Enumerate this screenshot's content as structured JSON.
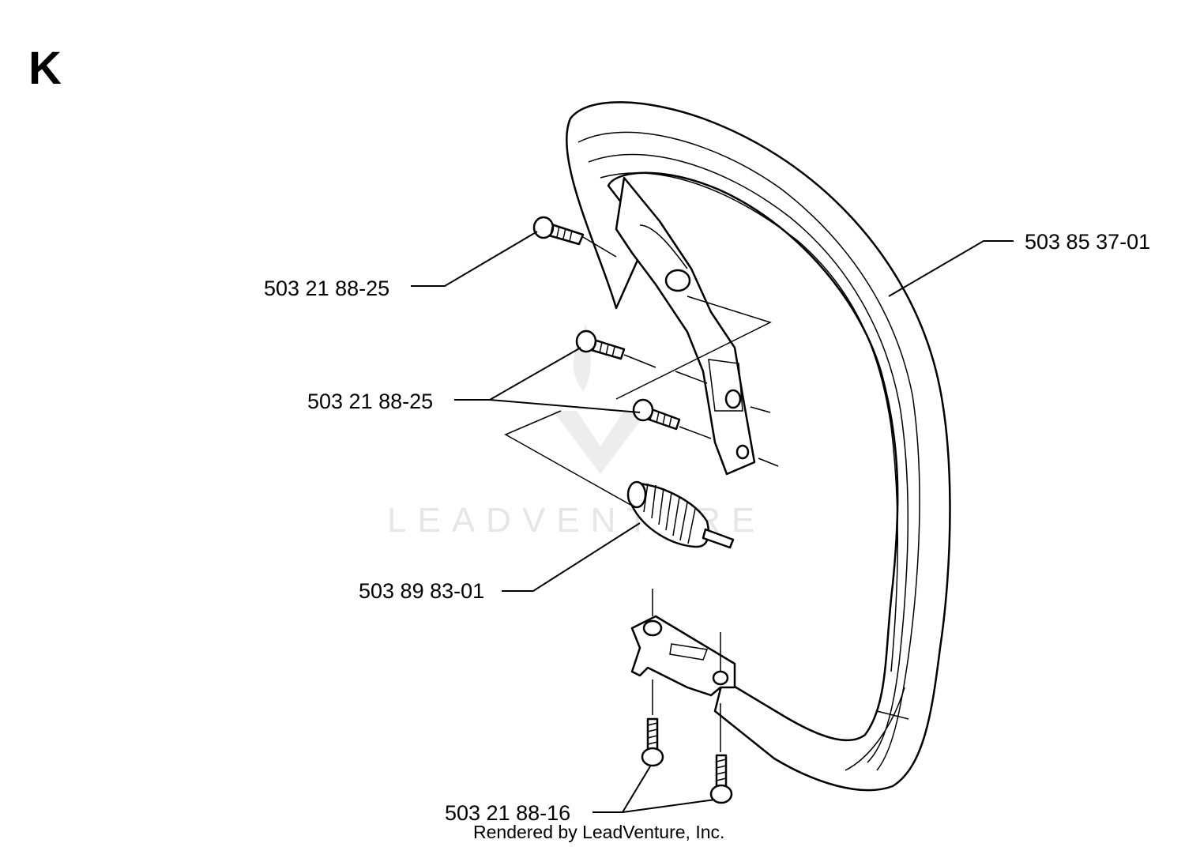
{
  "section_letter": "K",
  "parts": [
    {
      "id": "front-handle",
      "label": "503 85 37-01"
    },
    {
      "id": "screw-top",
      "label": "503 21 88-25"
    },
    {
      "id": "screw-pair",
      "label": "503 21 88-25"
    },
    {
      "id": "anti-vibration-spring",
      "label": "503 89 83-01"
    },
    {
      "id": "screw-bottom-pair",
      "label": "503 21 88-16"
    }
  ],
  "watermark": {
    "text": "LEADVENTURE"
  },
  "credit": "Rendered by LeadVenture, Inc."
}
